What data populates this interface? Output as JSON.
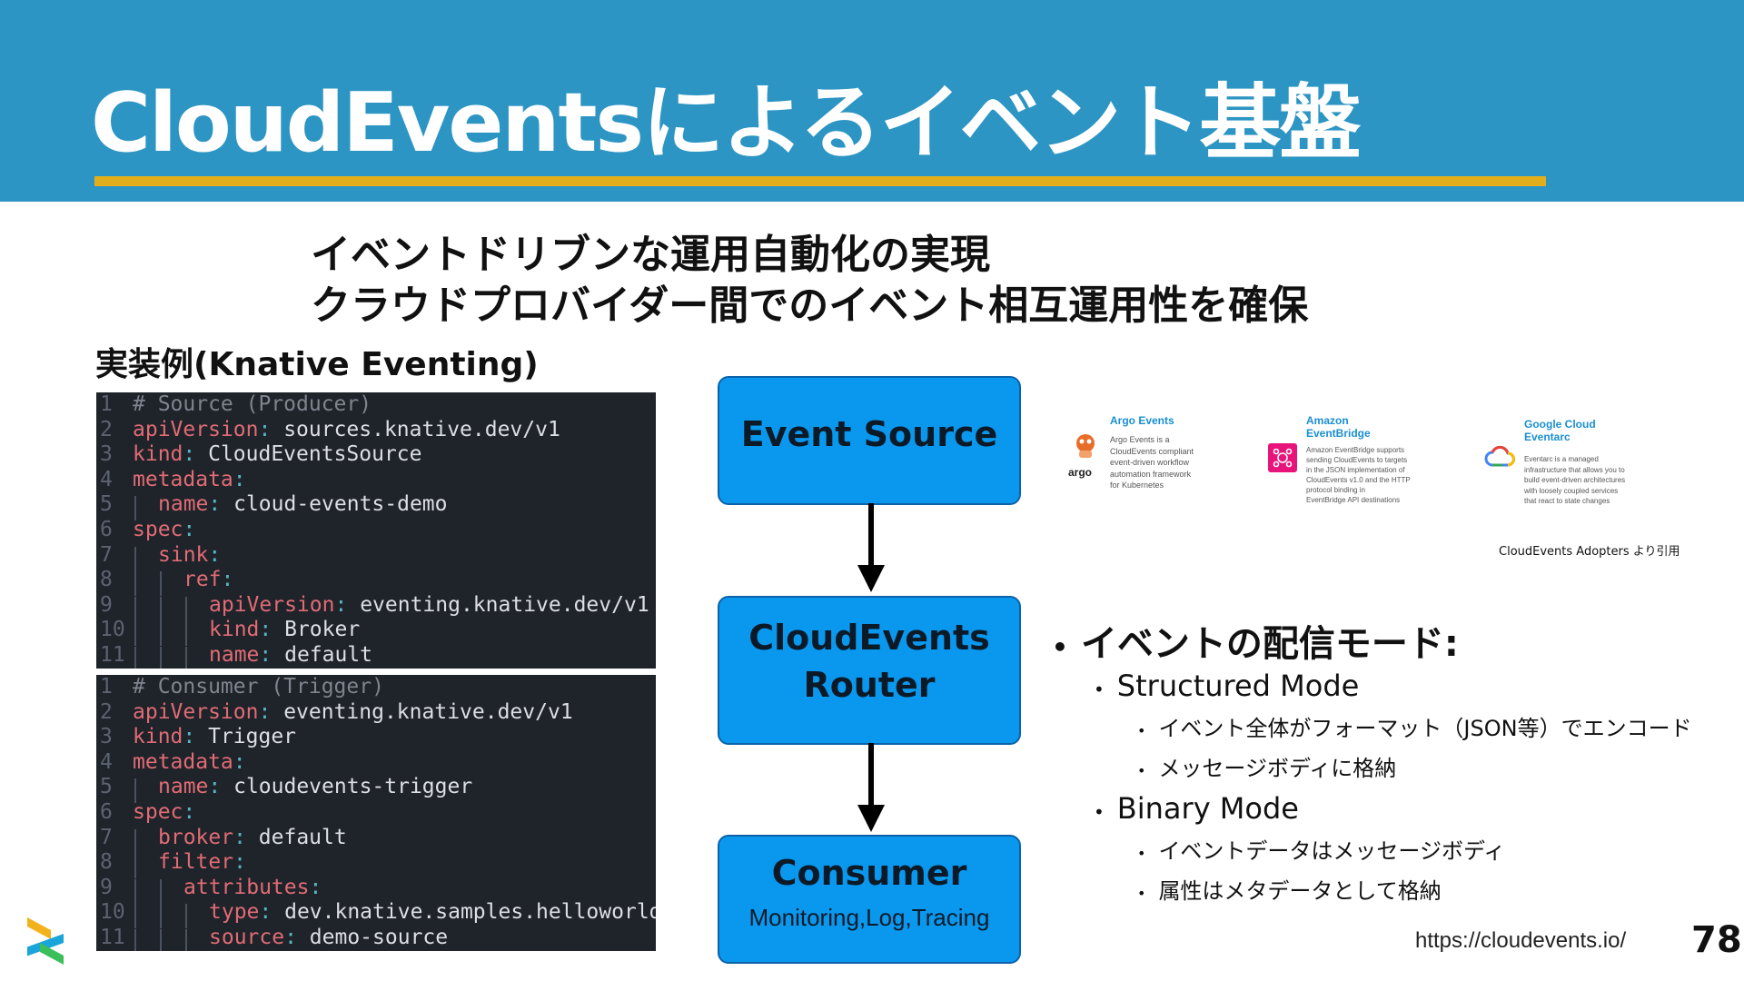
{
  "slide": {
    "title": "CloudEventsによるイベント基盤",
    "subtitle_lines": [
      "イベントドリブンな運用自動化の実現",
      "クラウドプロバイダー間でのイベント相互運用性を確保"
    ],
    "impl_label": "実装例(Knative Eventing)",
    "page_number": "78",
    "footer_url": "https://cloudevents.io/",
    "colors": {
      "header": "#2c95c3",
      "accent_bar": "#e2ae1c",
      "box_fill": "#0a98ef",
      "code_bg": "#1f232a"
    }
  },
  "code_producer": {
    "line_numbers": [
      "1",
      "2",
      "3",
      "4",
      "5",
      "6",
      "7",
      "8",
      "9",
      "10",
      "11"
    ],
    "comment": "# Source (Producer)",
    "l2_key": "apiVersion",
    "l2_val": "sources.knative.dev/v1",
    "l3_key": "kind",
    "l3_val": "CloudEventsSource",
    "l4_key": "metadata",
    "l5_key": "name",
    "l5_val": "cloud-events-demo",
    "l6_key": "spec",
    "l7_key": "sink",
    "l8_key": "ref",
    "l9_key": "apiVersion",
    "l9_val": "eventing.knative.dev/v1",
    "l10_key": "kind",
    "l10_val": "Broker",
    "l11_key": "name",
    "l11_val": "default"
  },
  "code_consumer": {
    "line_numbers": [
      "1",
      "2",
      "3",
      "4",
      "5",
      "6",
      "7",
      "8",
      "9",
      "10",
      "11"
    ],
    "comment": "# Consumer (Trigger)",
    "l2_key": "apiVersion",
    "l2_val": "eventing.knative.dev/v1",
    "l3_key": "kind",
    "l3_val": "Trigger",
    "l4_key": "metadata",
    "l5_key": "name",
    "l5_val": "cloudevents-trigger",
    "l6_key": "spec",
    "l7_key": "broker",
    "l7_val": "default",
    "l8_key": "filter",
    "l9_key": "attributes",
    "l10_key": "type",
    "l10_val": "dev.knative.samples.helloworld",
    "l11_key": "source",
    "l11_val": "demo-source"
  },
  "flow": {
    "source": "Event Source",
    "router_line1": "CloudEvents",
    "router_line2": "Router",
    "consumer": "Consumer",
    "consumer_sub": "Monitoring,Log,Tracing"
  },
  "adopters": {
    "argo": {
      "name": "Argo Events",
      "logo_text": "argo",
      "desc": [
        "Argo Events is a",
        "CloudEvents compliant",
        "event-driven workflow",
        "automation framework",
        "for Kubernetes"
      ]
    },
    "amazon": {
      "name_line1": "Amazon",
      "name_line2": "EventBridge",
      "desc": [
        "Amazon EventBridge supports",
        "sending CloudEvents to targets",
        "in the JSON implementation of",
        "CloudEvents v1.0 and the HTTP",
        "protocol binding in",
        "EventBridge API destinations"
      ]
    },
    "google": {
      "name_line1": "Google Cloud",
      "name_line2": "Eventarc",
      "desc": [
        "Eventarc is a managed",
        "infrastructure that allows you to",
        "build event-driven architectures",
        "with loosely coupled services",
        "that react to state changes"
      ]
    },
    "credit": "CloudEvents Adopters より引用"
  },
  "modes": {
    "title": "イベントの配信モード:",
    "structured": "Structured Mode",
    "structured_items": [
      "イベント全体がフォーマット（JSON等）でエンコード",
      "メッセージボディに格納"
    ],
    "binary": "Binary Mode",
    "binary_items": [
      "イベントデータはメッセージボディ",
      "属性はメタデータとして格納"
    ]
  }
}
